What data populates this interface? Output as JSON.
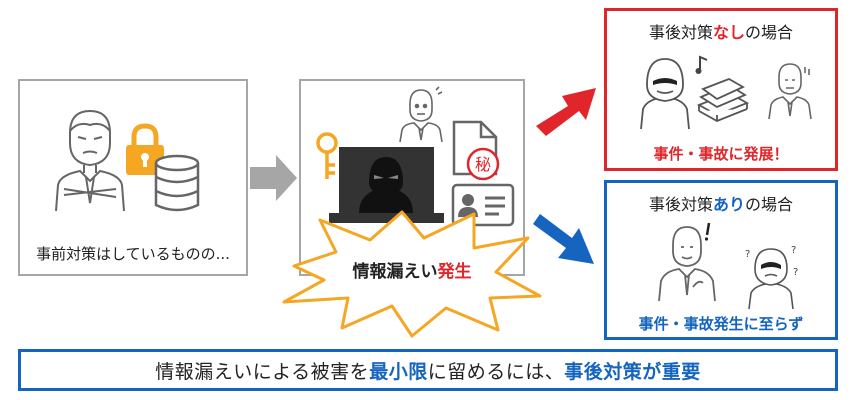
{
  "before": {
    "caption": "事前対策はしているものの..."
  },
  "incident": {
    "label_main": "情報漏えい",
    "label_highlight": "発生",
    "stamp": "秘"
  },
  "outcome_none": {
    "title_pre": "事後対策",
    "title_highlight": "なし",
    "title_post": "の場合",
    "result": "事件・事故に発展！"
  },
  "outcome_with": {
    "title_pre": "事後対策",
    "title_highlight": "あり",
    "title_post": "の場合",
    "result": "事件・事故発生に至らず"
  },
  "conclusion": {
    "part1": "情報漏えいによる被害を",
    "part2": "最小限",
    "part3": "に留めるには、",
    "part4": "事後対策が重要"
  },
  "colors": {
    "red": "#e0262a",
    "blue": "#1565c0",
    "orange": "#f5a623",
    "gray": "#a6a6a6",
    "dark": "#333333"
  }
}
